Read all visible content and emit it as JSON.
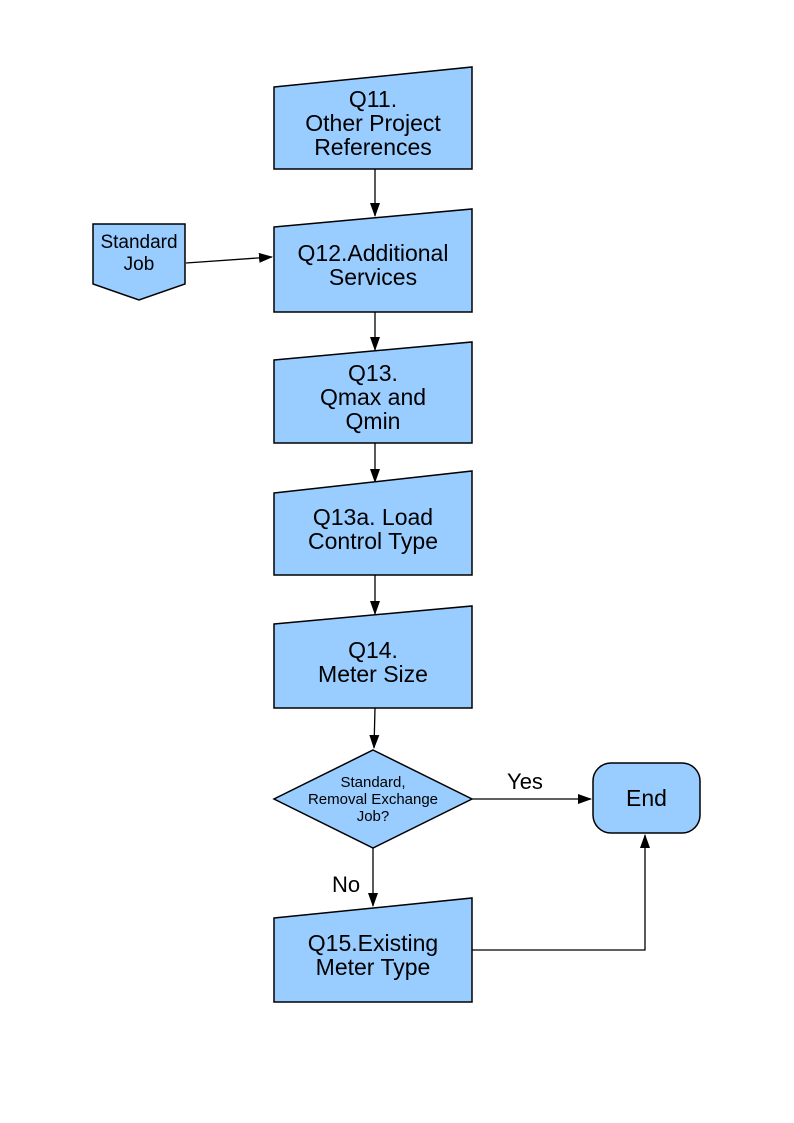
{
  "page": {
    "background": "#FFFFFF"
  },
  "colors": {
    "node_fill": "#99CCFF",
    "node_border": "#000000",
    "connector": "#000000",
    "text": "#000000"
  },
  "nodes": {
    "q11": {
      "label": "Q11.\nOther Project\nReferences",
      "shape": "manual-input-box"
    },
    "standard_job": {
      "label": "Standard\nJob",
      "shape": "off-page-connector"
    },
    "q12": {
      "label": "Q12.Additional\nServices",
      "shape": "manual-input-box"
    },
    "q13": {
      "label": "Q13.\nQmax and\nQmin",
      "shape": "manual-input-box"
    },
    "q13a": {
      "label": "Q13a. Load\nControl Type",
      "shape": "manual-input-box"
    },
    "q14": {
      "label": "Q14.\nMeter Size",
      "shape": "manual-input-box"
    },
    "decision": {
      "label": "Standard,\nRemoval Exchange\nJob?",
      "shape": "decision-diamond"
    },
    "end": {
      "label": "End",
      "shape": "terminator"
    },
    "q15": {
      "label": "Q15.Existing\nMeter Type",
      "shape": "manual-input-box"
    }
  },
  "edges": {
    "yes_label": "Yes",
    "no_label": "No"
  }
}
